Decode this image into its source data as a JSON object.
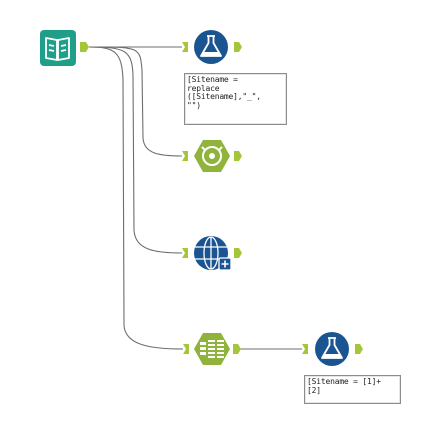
{
  "canvas": {
    "background": "#ffffff"
  },
  "colors": {
    "connector": "#6e6e6e",
    "anchor": "#a6c63a",
    "input_tool": "#1f9e8a",
    "formula_tool": "#1a5591",
    "unique_tool": "#8fb33b",
    "crosstab_tool": "#1a5591",
    "text_to_columns_tool": "#8fb33b"
  },
  "tools": [
    {
      "id": "input-data",
      "icon": "open-book-icon"
    },
    {
      "id": "formula-1",
      "icon": "flask-icon"
    },
    {
      "id": "unique",
      "icon": "hexagon-unique-icon"
    },
    {
      "id": "cross-tab",
      "icon": "globe-grid-plus-icon"
    },
    {
      "id": "text-to-columns",
      "icon": "table-split-icon"
    },
    {
      "id": "formula-2",
      "icon": "flask-icon"
    }
  ],
  "annotations": {
    "formula_1": "[Sitename =\nreplace\n([Sitename],\"_\",\n\"\")",
    "formula_2": "[Sitename = [1]+\n[2]"
  }
}
